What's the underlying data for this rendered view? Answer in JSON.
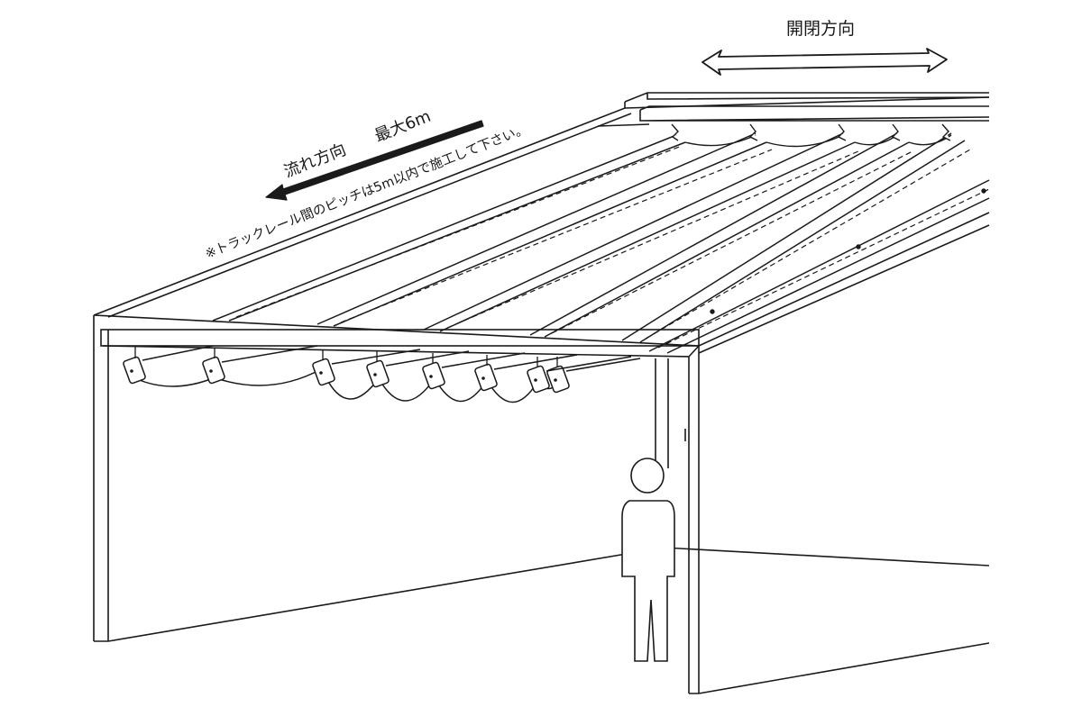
{
  "labels": {
    "open_close_direction": "開閉方向",
    "flow_direction": "流れ方向",
    "max_length": "最大6m",
    "pitch_note": "※トラックレール間のピッチは5m以内で施工して下さい。"
  },
  "colors": {
    "line": "#1a1a1a",
    "background": "#ffffff",
    "arrow_fill": "#1a1a1a"
  }
}
